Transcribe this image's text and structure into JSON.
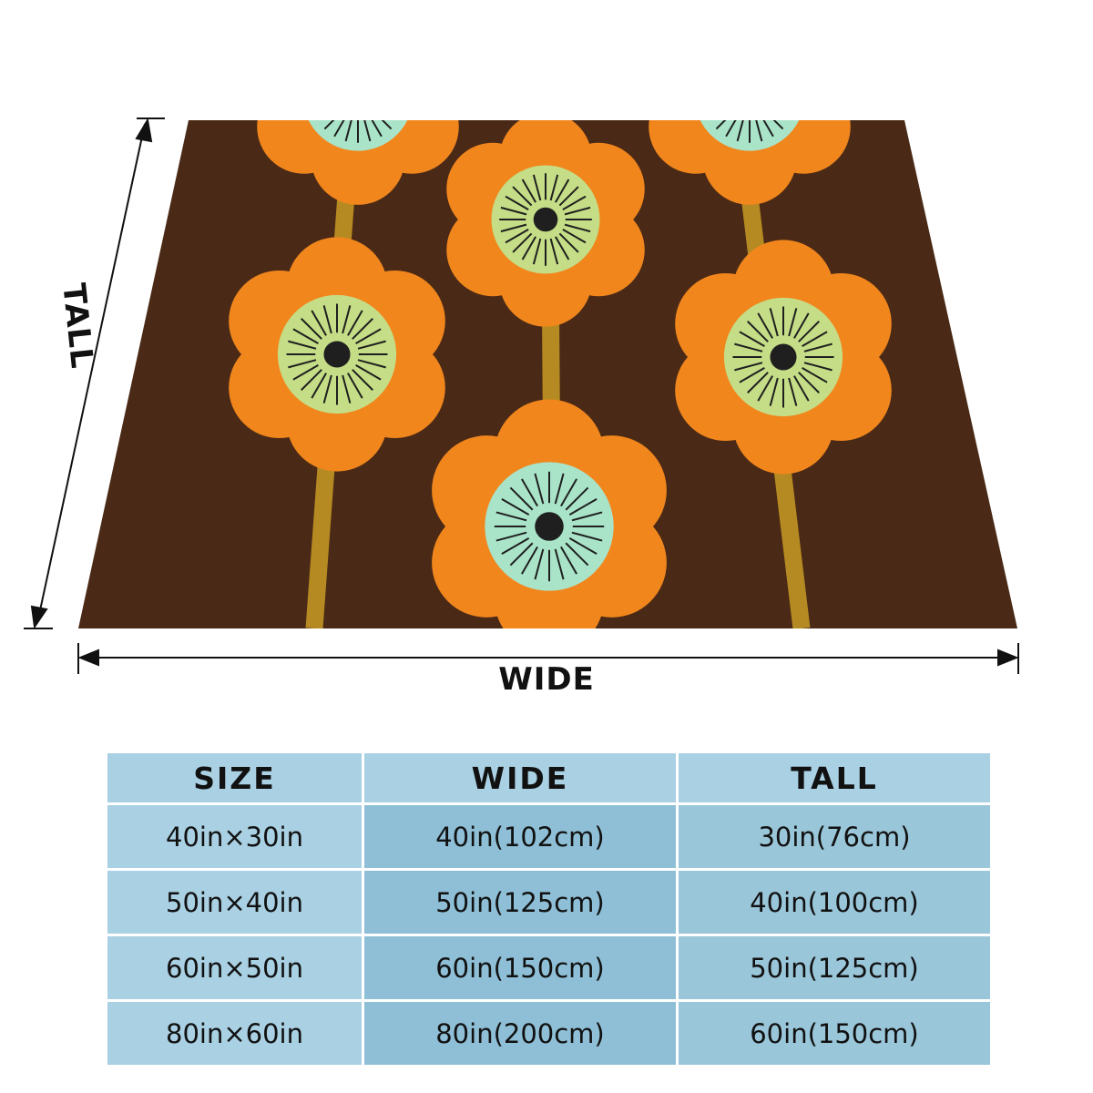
{
  "product": {
    "type": "throw blanket",
    "pattern": "retro orange flowers with mint and lime centers on brown, olive vertical stems",
    "colors": {
      "background": "#4a2a16",
      "petal": "#f1861d",
      "stem": "#b68a22",
      "center_mint": "#a9e4c9",
      "center_lime": "#c5dd86",
      "dot": "#1f1f1f"
    }
  },
  "dimension_labels": {
    "tall": "TALL",
    "wide": "WIDE"
  },
  "size_table": {
    "headers": [
      "SIZE",
      "WIDE",
      "TALL"
    ],
    "rows": [
      [
        "40in×30in",
        "40in(102cm)",
        "30in(76cm)"
      ],
      [
        "50in×40in",
        "50in(125cm)",
        "40in(100cm)"
      ],
      [
        "60in×50in",
        "60in(150cm)",
        "50in(125cm)"
      ],
      [
        "80in×60in",
        "80in(200cm)",
        "60in(150cm)"
      ]
    ],
    "colors": {
      "header": "#a9d0e3",
      "col0": "#a9d0e3",
      "col1": "#8ebfd6",
      "col2": "#9ac6da"
    }
  }
}
